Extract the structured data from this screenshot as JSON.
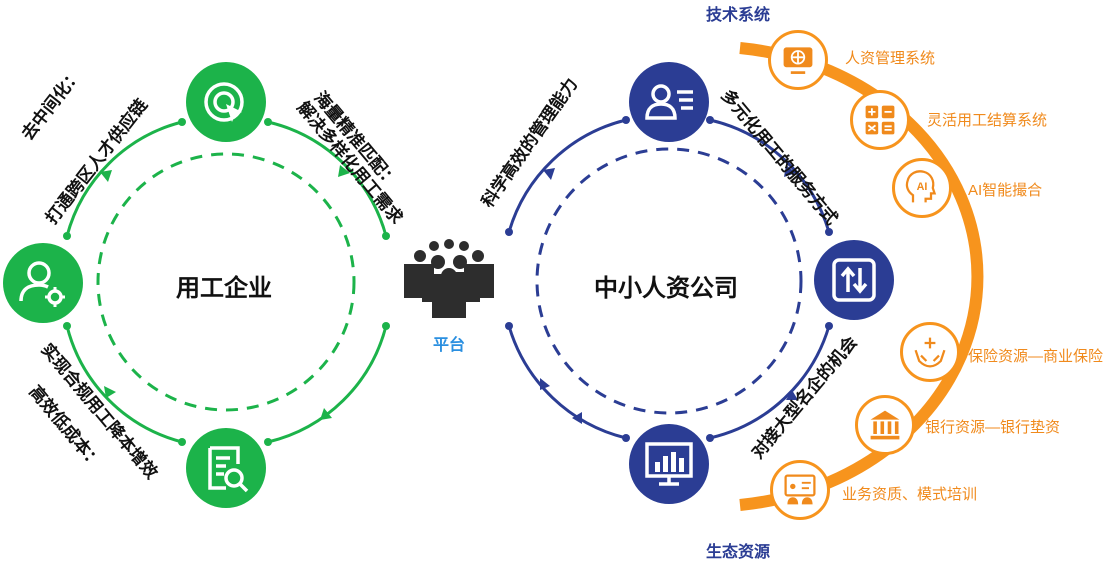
{
  "left_cycle": {
    "center": "用工企业",
    "arc_top_left": [
      "去中间化：",
      "打通跨区人才供应链"
    ],
    "arc_top_right": [
      "海量精准匹配：",
      "解决多样化用工需求"
    ],
    "arc_bottom_left": [
      "实现合规用工降本增效",
      "高效低成本："
    ]
  },
  "platform": {
    "label": "平台"
  },
  "right_cycle": {
    "center": "中小人资公司",
    "arc_top_left": "科学高效的管理能力",
    "arc_top_right": "多元化用工的服务方式",
    "arc_bottom_right": "对接大型名企的机会"
  },
  "tech_title": "技术系统",
  "eco_title": "生态资源",
  "services": [
    {
      "label": "人资管理系统",
      "icon": "monitor-globe-icon"
    },
    {
      "label": "灵活用工结算系统",
      "icon": "calculator-icon"
    },
    {
      "label": "AI智能撮合",
      "icon": "ai-head-icon"
    },
    {
      "label": "保险资源—商业保险",
      "icon": "hands-plus-icon"
    },
    {
      "label": "银行资源—银行垫资",
      "icon": "bank-icon"
    },
    {
      "label": "业务资质、模式培训",
      "icon": "presentation-icon"
    }
  ],
  "colors": {
    "green": "#1cb34a",
    "navy": "#2b3d94",
    "orange": "#f7941d",
    "blue_text": "#2a8fe0"
  }
}
